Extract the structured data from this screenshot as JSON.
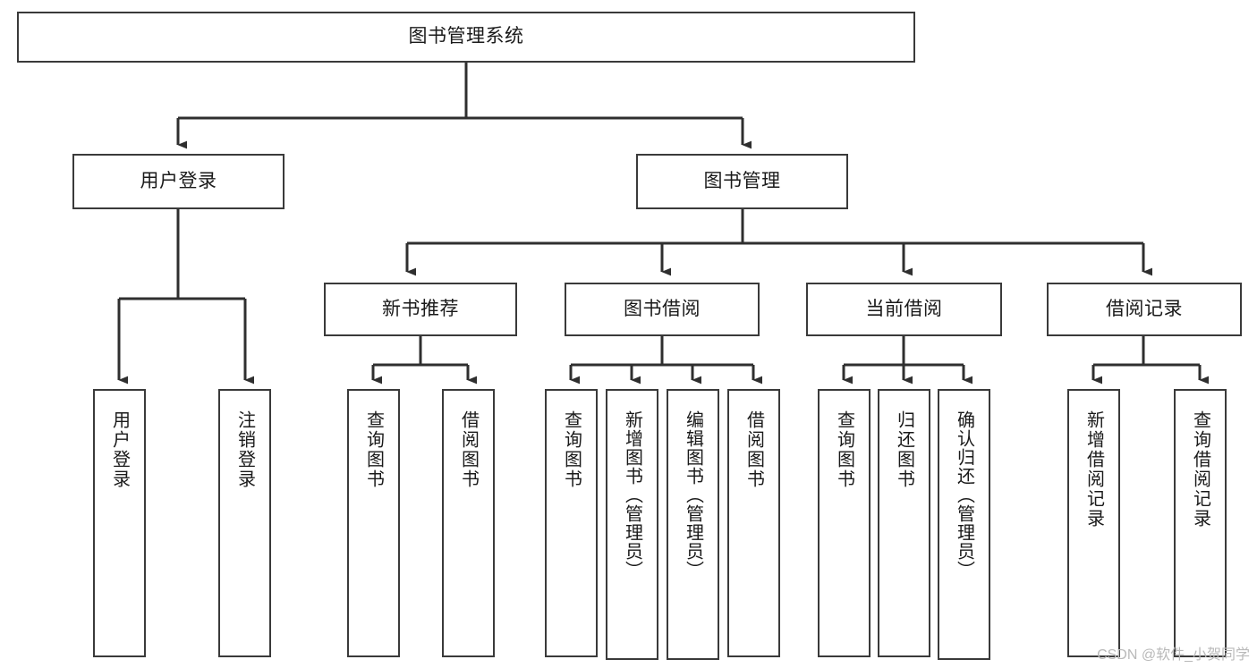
{
  "diagram": {
    "type": "hierarchy-tree",
    "title": "图书管理系统",
    "watermark": "CSDN @软件_小贺同学",
    "colors": {
      "box_border": "#3a3a3a",
      "box_fill": "#ffffff",
      "edge": "#2f2f2f",
      "text": "#1a1a1a",
      "watermark": "#b9b9b9",
      "background": "#ffffff"
    },
    "nodes": {
      "root": {
        "label": "图书管理系统"
      },
      "level2": [
        {
          "id": "user-login",
          "label": "用户登录"
        },
        {
          "id": "book-management",
          "label": "图书管理"
        }
      ],
      "level3": [
        {
          "id": "new-book-recommend",
          "label": "新书推荐"
        },
        {
          "id": "book-borrow",
          "label": "图书借阅"
        },
        {
          "id": "current-borrow",
          "label": "当前借阅"
        },
        {
          "id": "borrow-record",
          "label": "借阅记录"
        }
      ],
      "leaves": {
        "user-login": [
          {
            "id": "leaf-user-login",
            "label": "用户登录"
          },
          {
            "id": "leaf-logout-login",
            "label": "注销登录"
          }
        ],
        "new-book-recommend": [
          {
            "id": "leaf-query-book-1",
            "label": "查询图书"
          },
          {
            "id": "leaf-borrow-book-1",
            "label": "借阅图书"
          }
        ],
        "book-borrow": [
          {
            "id": "leaf-query-book-2",
            "label": "查询图书"
          },
          {
            "id": "leaf-add-book-admin",
            "label": "新增图书（管理员）"
          },
          {
            "id": "leaf-edit-book-admin",
            "label": "编辑图书（管理员）"
          },
          {
            "id": "leaf-borrow-book-2",
            "label": "借阅图书"
          }
        ],
        "current-borrow": [
          {
            "id": "leaf-query-book-3",
            "label": "查询图书"
          },
          {
            "id": "leaf-return-book",
            "label": "归还图书"
          },
          {
            "id": "leaf-confirm-return-admin",
            "label": "确认归还（管理员）"
          }
        ],
        "borrow-record": [
          {
            "id": "leaf-add-borrow-record",
            "label": "新增借阅记录"
          },
          {
            "id": "leaf-query-borrow-record",
            "label": "查询借阅记录"
          }
        ]
      }
    }
  }
}
